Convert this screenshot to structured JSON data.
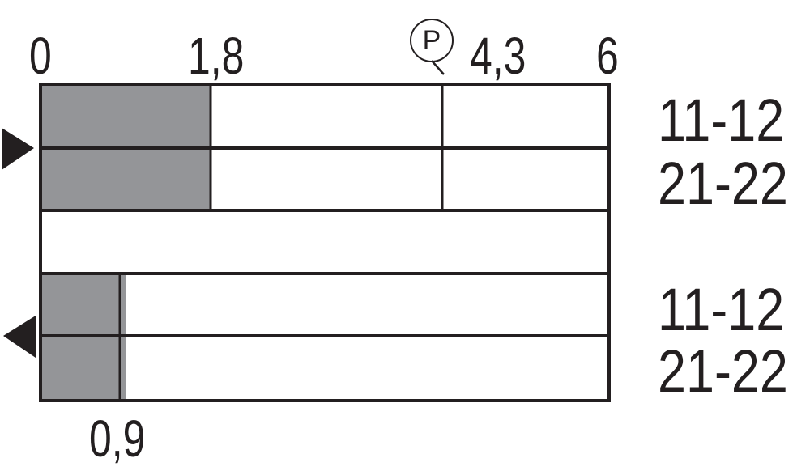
{
  "scale_labels": {
    "start": "0",
    "first": "1,8",
    "pretravel_marker": "P",
    "second": "4,3",
    "end": "6"
  },
  "bottom_label": "0,9",
  "rows": [
    {
      "contact": "11-12",
      "direction": "forward",
      "closed_until": 1.8
    },
    {
      "contact": "21-22",
      "direction": "forward",
      "closed_until": 1.8
    },
    {
      "contact": "11-12",
      "direction": "return",
      "closed_until": 0.9
    },
    {
      "contact": "21-22",
      "direction": "return",
      "closed_until": 0.9
    }
  ],
  "scale_max": 6,
  "marker_position": 4.3,
  "colors": {
    "fill": "#949598",
    "line": "#231f20"
  }
}
